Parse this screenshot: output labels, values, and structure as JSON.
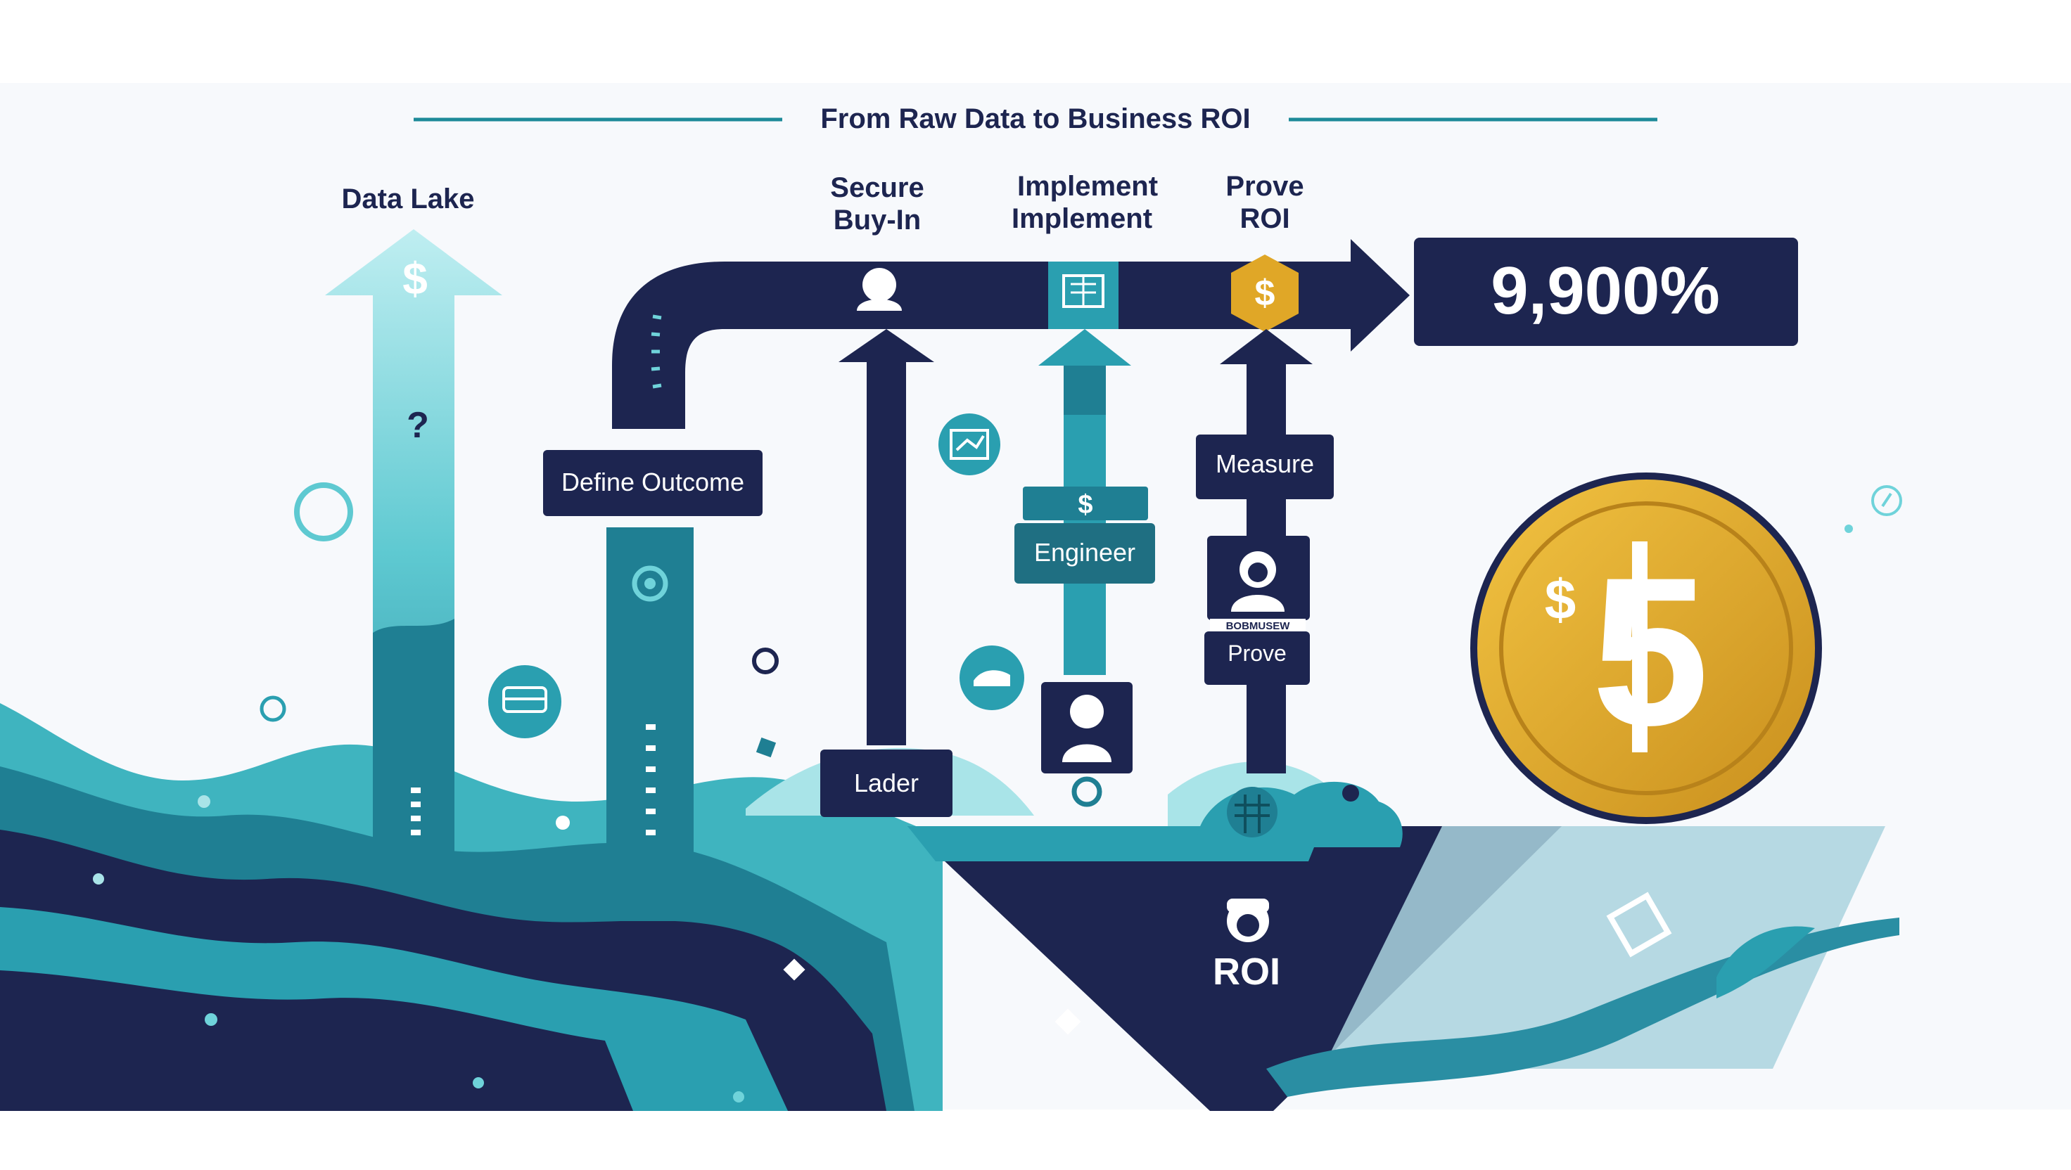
{
  "title": "From Raw Data to Business ROI",
  "stages": {
    "data_lake": "Data Lake",
    "secure_buy_in": [
      "Secure",
      "Buy-In"
    ],
    "implement": [
      "Implement",
      "Implement"
    ],
    "prove_roi": [
      "Prove",
      "ROI"
    ]
  },
  "boxes": {
    "define_outcome": "Define Outcome",
    "leader": "Lader",
    "engineer": "Engineer",
    "measure": "Measure",
    "prove": "Prove",
    "badge": "BOBMUSEW"
  },
  "result": {
    "value": "9,900%",
    "roi_label": "ROI"
  },
  "coin": {
    "symbol_small": "$",
    "symbol_large": "5"
  },
  "icons": {
    "dollar": "$",
    "question": "?"
  },
  "colors": {
    "navy": "#1d2550",
    "teal": "#2a9fb0",
    "light_teal": "#6fd3da",
    "gold": "#e0a727",
    "background": "#f7f9fc"
  }
}
